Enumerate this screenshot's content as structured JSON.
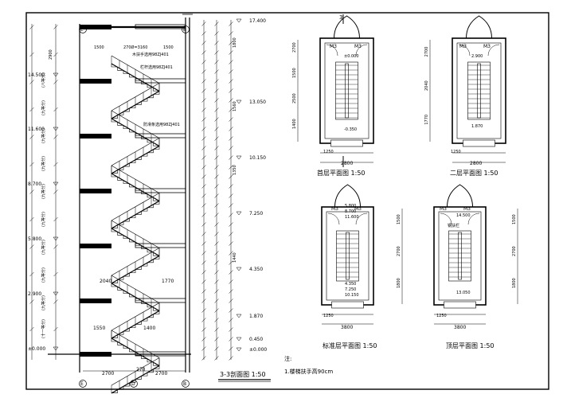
{
  "section": {
    "title": "3-3剖面图 1:50",
    "axis_labels": [
      "E",
      "D",
      "B"
    ],
    "bottom_dims": [
      "2700",
      "270",
      "2700"
    ],
    "top_dims": [
      "1500",
      "270Ø=3160",
      "1500"
    ],
    "level_left": [
      "14.500",
      "11.600",
      "8.700",
      "5.800",
      "2.900",
      "±0.000"
    ],
    "level_right": [
      "17.400",
      "13.050",
      "10.150",
      "7.250",
      "4.350",
      "1.870",
      "0.450",
      "±0.000"
    ],
    "floor_notes": [
      "(八等分)",
      "(九等分)",
      "(九等分)",
      "(九等分)",
      "(九等分)",
      "(九等分)",
      "(九等分)",
      "(九等分)",
      "(九等分)",
      "(十一等分)"
    ],
    "left_dim": "2900",
    "annotations": [
      "木扶手选用98ZJ401",
      "栏杆选用98ZJ401",
      "防滑条选用98ZJ401"
    ],
    "mid_dims": [
      "2040",
      "1770",
      "1550",
      "1400"
    ],
    "right_dims": [
      "1800",
      "1560",
      "1350",
      "1440"
    ]
  },
  "plans": {
    "ground": {
      "title": "首层平面图 1:50",
      "door": "M3",
      "elev_top": "±0.000",
      "elev_bot": "-0.350",
      "width": "2800",
      "sub": "1250",
      "mark": "3",
      "side": [
        "2700",
        "1500",
        "2500",
        "1400"
      ]
    },
    "second": {
      "title": "二层平面图 1:50",
      "door": "M3",
      "elev_top": "2.900",
      "elev_bot": "1.870",
      "width": "2800",
      "sub": "1250",
      "side": [
        "2700",
        "2040",
        "1770"
      ]
    },
    "standard": {
      "title": "标准层平面图 1:50",
      "door": "M3",
      "elev_top": "5.800",
      "elev_mid": "8.700",
      "elev_mid2": "11.600",
      "elev_bot": "4.350",
      "elev_bot2": "7.250",
      "elev_bot3": "10.150",
      "width": "3800",
      "sub": "1250",
      "side": [
        "1500",
        "2700",
        "1800"
      ]
    },
    "top": {
      "title": "顶层平面图 1:50",
      "door": "M3",
      "elev_top": "14.500",
      "elev_bot": "13.050",
      "width": "3800",
      "sub": "1250",
      "rail": "钢扶栏",
      "side": [
        "1500",
        "2700",
        "1800"
      ]
    }
  },
  "notes": {
    "heading": "注:",
    "items": [
      "1.楼梯扶手高90cm"
    ]
  }
}
